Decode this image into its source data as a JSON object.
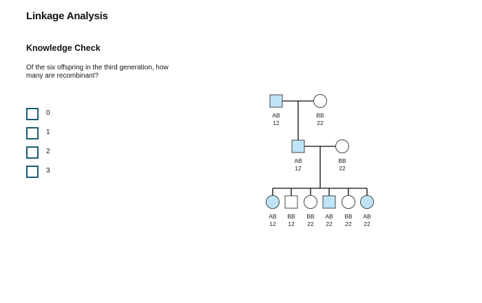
{
  "page": {
    "title": "Linkage Analysis",
    "section": "Knowledge Check",
    "question": "Of the six offspring in the third generation, how many are recombinant?"
  },
  "options": [
    {
      "label": "0"
    },
    {
      "label": "1"
    },
    {
      "label": "2"
    },
    {
      "label": "3"
    }
  ],
  "pedigree": {
    "colors": {
      "affected_fill": "#bfe4f6",
      "line": "#333333",
      "checkbox_border": "#1a5b73"
    },
    "generation1": [
      {
        "sex": "male",
        "affected": true,
        "genotype_top": "AB",
        "genotype_bottom": "12"
      },
      {
        "sex": "female",
        "affected": false,
        "genotype_top": "BB",
        "genotype_bottom": "22"
      }
    ],
    "generation2": [
      {
        "sex": "male",
        "affected": true,
        "genotype_top": "AB",
        "genotype_bottom": "12"
      },
      {
        "sex": "female",
        "affected": false,
        "genotype_top": "BB",
        "genotype_bottom": "22"
      }
    ],
    "generation3": [
      {
        "sex": "female",
        "affected": true,
        "genotype_top": "AB",
        "genotype_bottom": "12"
      },
      {
        "sex": "male",
        "affected": false,
        "genotype_top": "BB",
        "genotype_bottom": "12"
      },
      {
        "sex": "female",
        "affected": false,
        "genotype_top": "BB",
        "genotype_bottom": "22"
      },
      {
        "sex": "male",
        "affected": true,
        "genotype_top": "AB",
        "genotype_bottom": "22"
      },
      {
        "sex": "female",
        "affected": false,
        "genotype_top": "BB",
        "genotype_bottom": "22"
      },
      {
        "sex": "female",
        "affected": true,
        "genotype_top": "AB",
        "genotype_bottom": "22"
      }
    ]
  }
}
